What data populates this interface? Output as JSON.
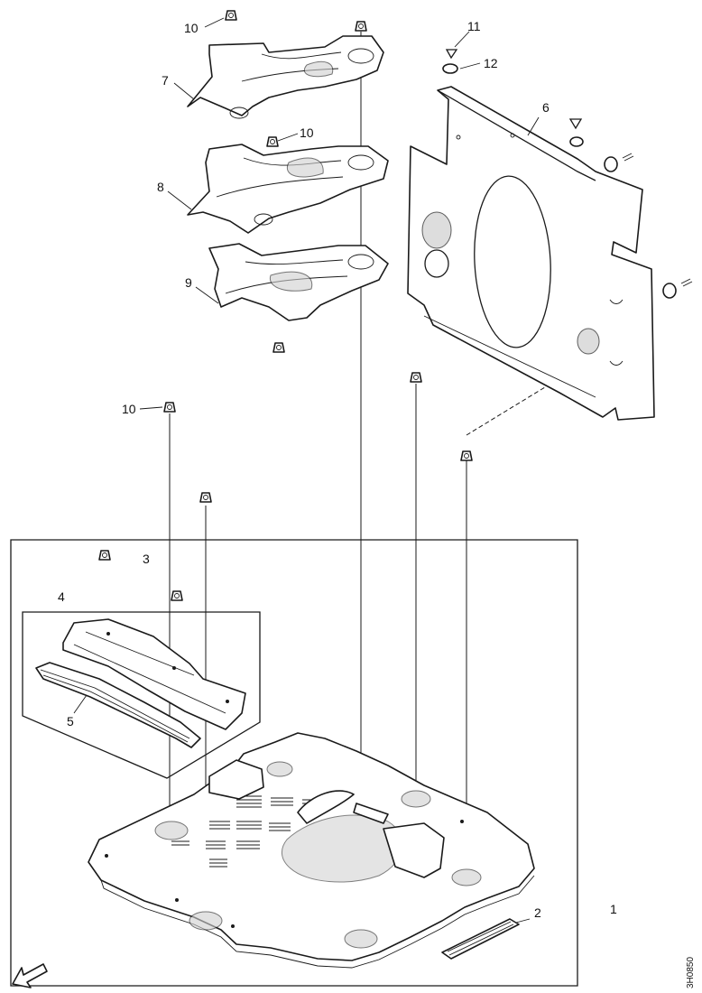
{
  "diagram": {
    "callouts": {
      "c1": "1",
      "c2": "2",
      "c3": "3",
      "c4": "4",
      "c5": "5",
      "c6": "6",
      "c7": "7",
      "c8": "8",
      "c9": "9",
      "c10a": "10",
      "c10b": "10",
      "c10c": "10",
      "c11": "11",
      "c12": "12"
    },
    "drawing_number": "3H0850",
    "colors": {
      "line": "#1a1a1a",
      "background": "#ffffff"
    },
    "icons": {
      "direction": "arrow-icon",
      "fastener": "clip-nut-icon"
    }
  }
}
